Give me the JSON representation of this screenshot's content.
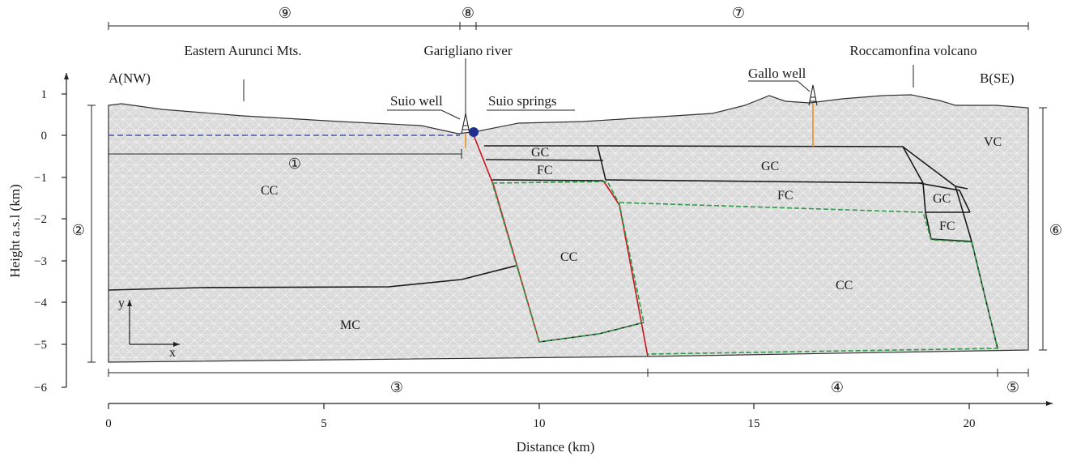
{
  "figure": {
    "x_axis": {
      "label": "Distance (km)",
      "ticks": [
        "0",
        "5",
        "10",
        "15",
        "20"
      ]
    },
    "y_axis": {
      "label": "Height a.s.l (km)",
      "ticks": [
        "1",
        "0",
        "−1",
        "−2",
        "−3",
        "−4",
        "−5",
        "−6"
      ]
    },
    "endpoints": {
      "left": "A(NW)",
      "right": "B(SE)"
    },
    "place_labels": {
      "aurunci": "Eastern Aurunci Mts.",
      "garigliano": "Garigliano river",
      "roccamonfina": "Roccamonfina volcano",
      "suio_well": "Suio well",
      "suio_springs": "Suio springs",
      "gallo_well": "Gallo well"
    },
    "zones": {
      "cc_left": "CC",
      "mc": "MC",
      "gc_a": "GC",
      "fc_a": "FC",
      "cc_mid": "CC",
      "gc_b": "GC",
      "fc_b": "FC",
      "cc_right": "CC",
      "vc": "VC",
      "gc_c": "GC",
      "fc_c": "FC"
    },
    "circled_numbers": {
      "n1": "①",
      "n2": "②",
      "n3": "③",
      "n4": "④",
      "n5": "⑤",
      "n6": "⑥",
      "n7": "⑦",
      "n8": "⑧",
      "n9": "⑨"
    },
    "local_axes": {
      "x": "x",
      "y": "y"
    },
    "colors": {
      "mesh_fill": "#d9d9d9",
      "mesh_line": "#f2f2f2",
      "fault": "#c8141e",
      "green_dash": "#2e9a47",
      "water_table": "#2b3aa0",
      "well_marker": "#e58a1f",
      "spring_dot": "#1f2f8f"
    }
  }
}
